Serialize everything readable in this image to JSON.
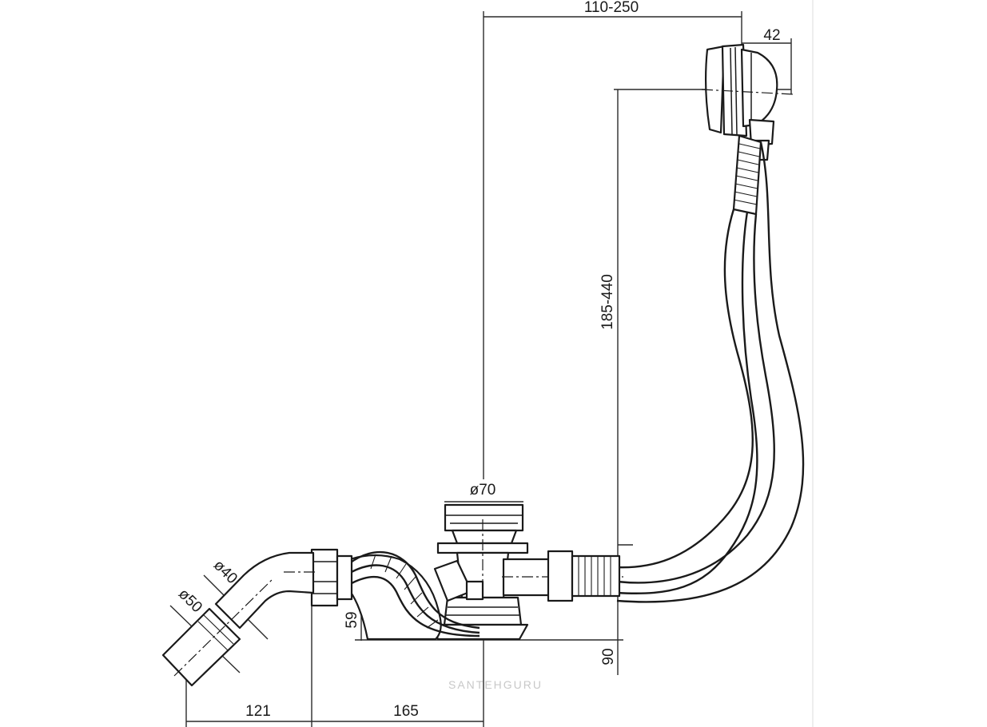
{
  "dimensions": {
    "overflow_offset": "110-250",
    "overflow_width": "42",
    "height_range": "185-440",
    "drain_diameter": "ø70",
    "inner_pipe_diameter": "ø40",
    "outer_pipe_diameter": "ø50",
    "trap_height": "59",
    "drain_height": "90",
    "outlet_offset": "121",
    "trap_length": "165"
  },
  "watermark": "SANTEHGURU"
}
